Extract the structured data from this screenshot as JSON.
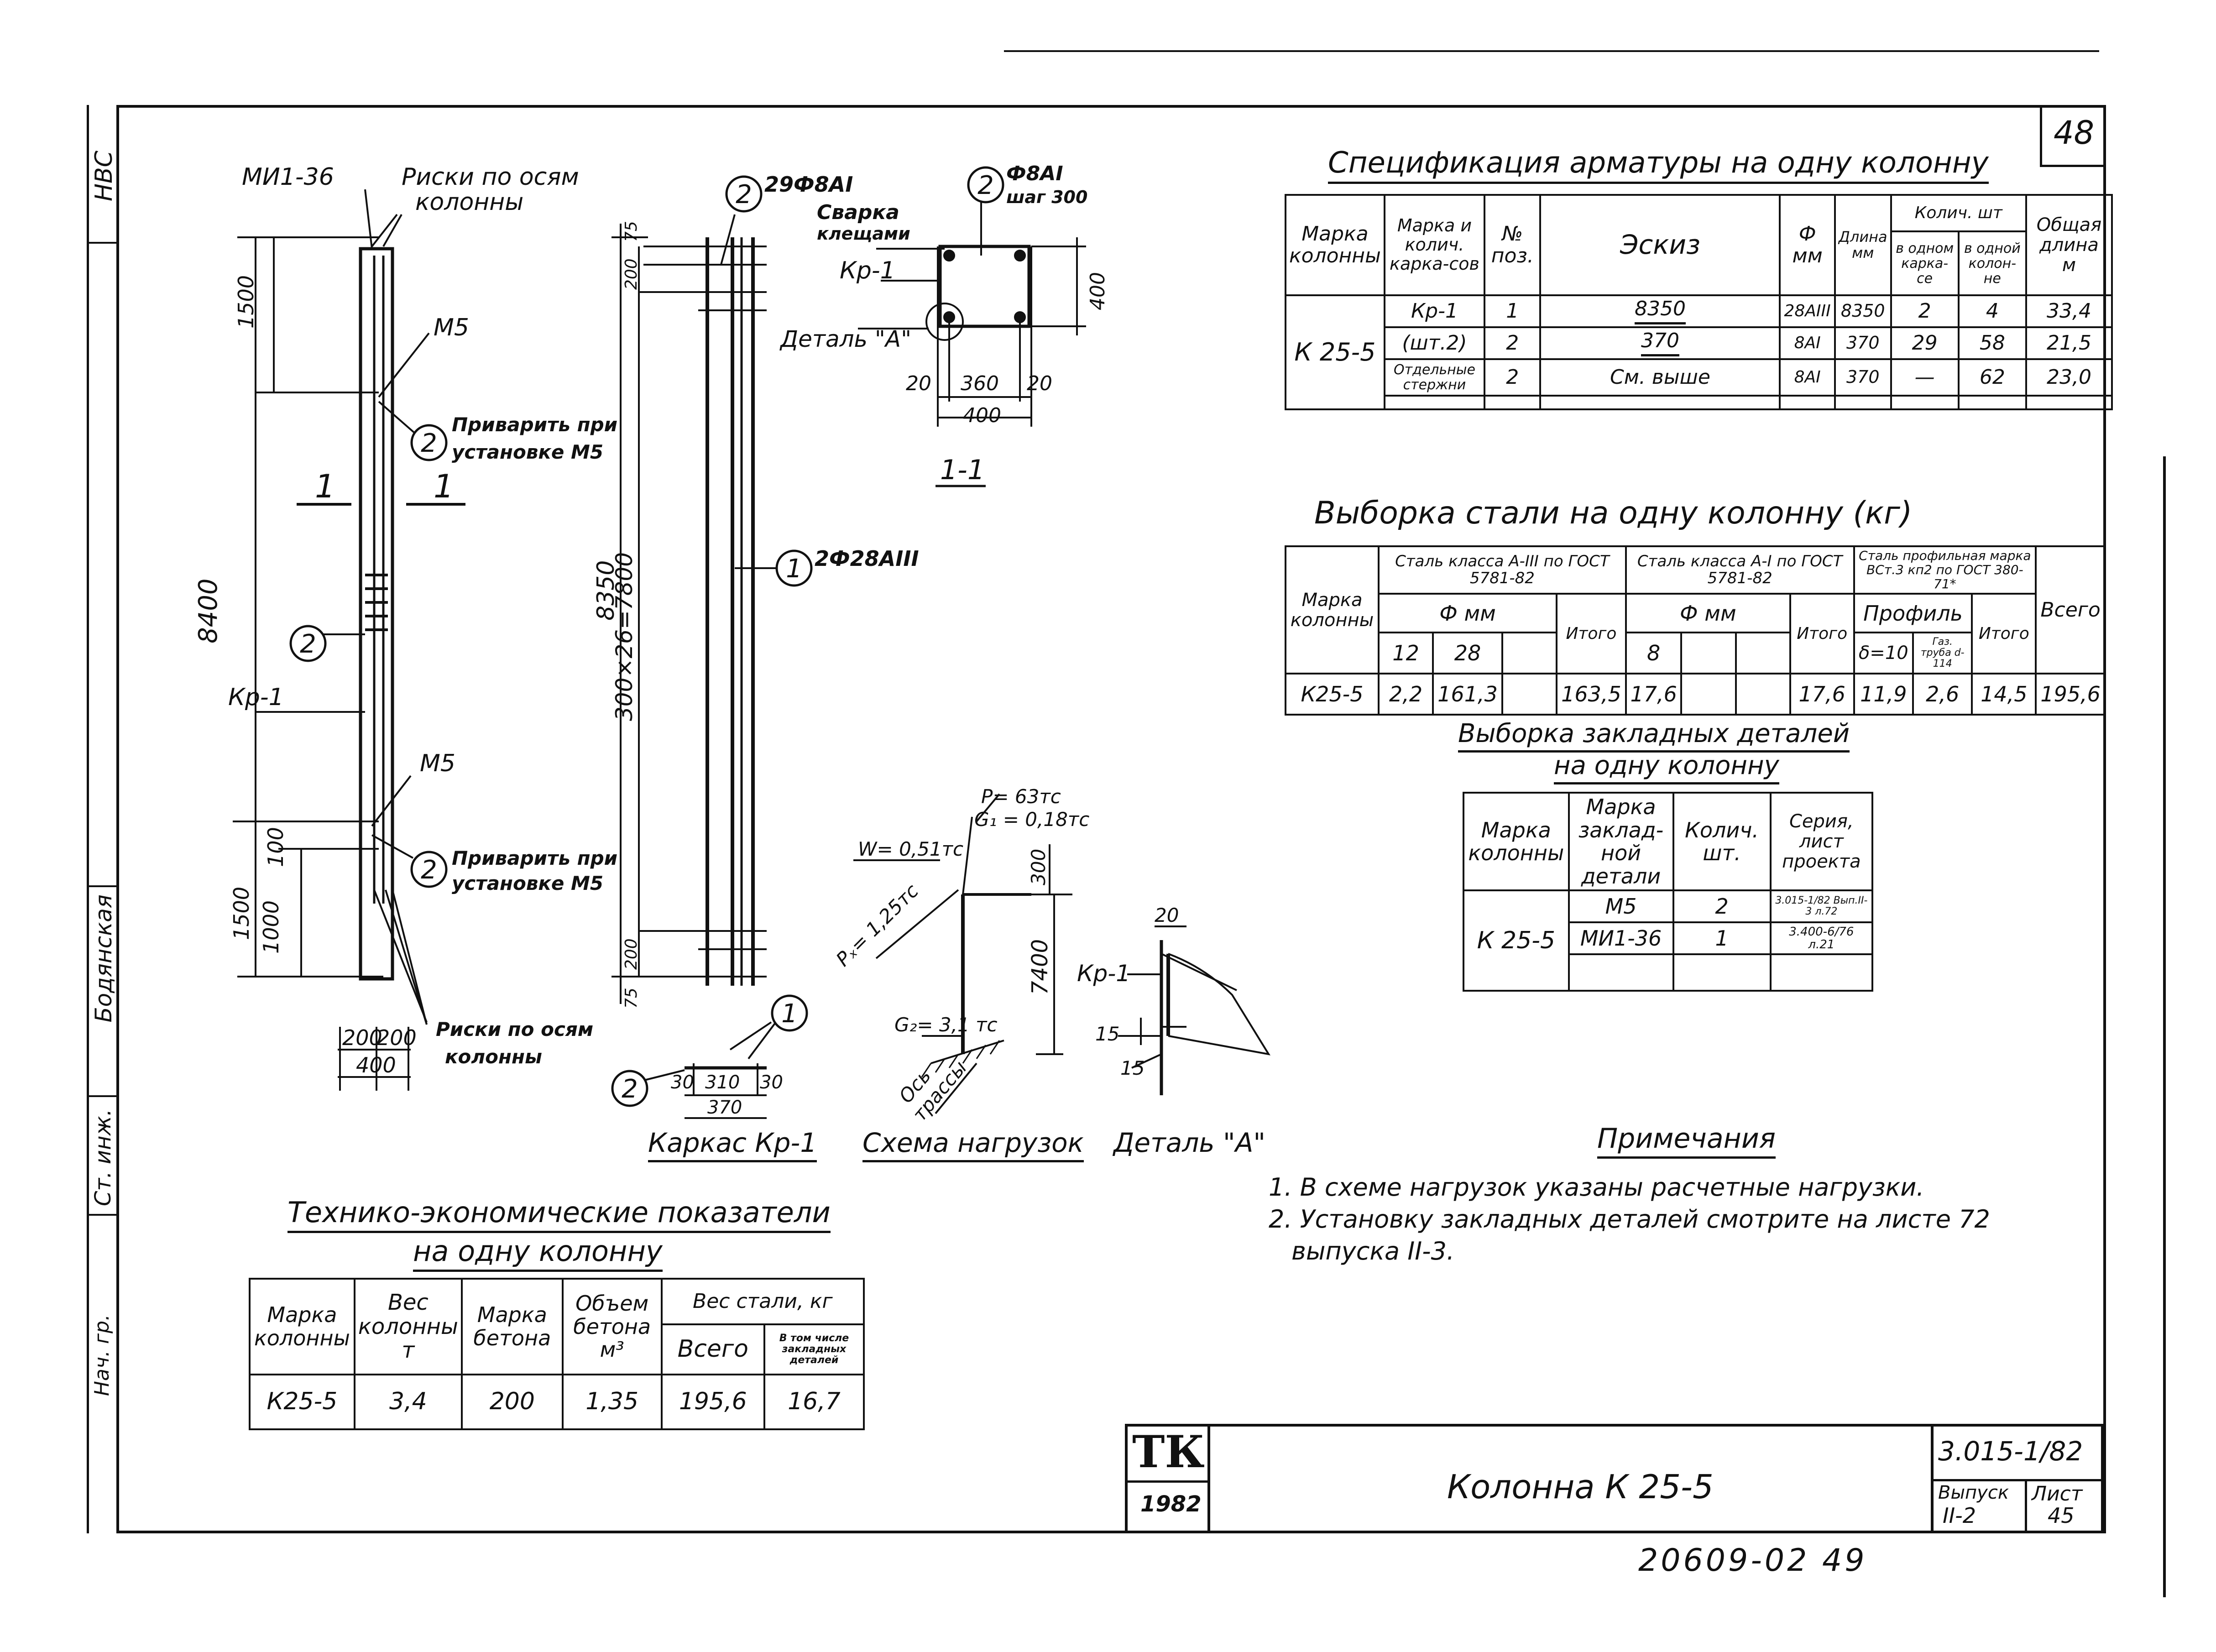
{
  "sheet_number": "48",
  "side_strip": {
    "nvs": "НВС",
    "bodyanskaya": "Бодянская",
    "st_inzh": "Ст. инж.",
    "nach": "Нач. гр."
  },
  "drawing": {
    "column_labels": {
      "mi": "МИ1-36",
      "riski_top_1": "Риски по осям",
      "riski_top_2": "колонны",
      "m5_top": "М5",
      "m5_bottom": "М5",
      "privarit_1a": "Приварить при",
      "privarit_1b": "установке М5",
      "privarit_2a": "Приварить при",
      "privarit_2b": "установке М5",
      "riski_bot_1": "Риски по осям",
      "riski_bot_2": "колонны",
      "kr1": "Кр-1",
      "cut_1": "1",
      "cut_2": "1",
      "pos2_a": "2",
      "pos2_b": "2",
      "pos2_c": "2",
      "dim_1500_top": "1500",
      "dim_8400": "8400",
      "dim_1500_bot": "1500",
      "dim_100": "100",
      "dim_1000": "1000",
      "dim_200_a": "200",
      "dim_200_b": "200",
      "dim_400": "400"
    },
    "frame_labels": {
      "pos2": "2",
      "pos2_label": "29Ф8АI",
      "pos1": "1",
      "pos1_label": "2Ф28АIII",
      "dim_8350": "8350",
      "dim_pitch": "300×26=7800",
      "dim_75_top": "75",
      "dim_200_top": "200",
      "dim_200_bot": "200",
      "dim_75_bot": "75",
      "bottom_pos1": "1",
      "bottom_pos2": "2",
      "dim_30_a": "30",
      "dim_310": "310",
      "dim_30_b": "30",
      "dim_370": "370",
      "caption": "Каркас Кр-1"
    },
    "section_labels": {
      "pos2": "2",
      "pos2_label_1": "Ф8АI",
      "pos2_label_2": "шаг 300",
      "svarka_1": "Сварка",
      "svarka_2": "клещами",
      "kr1": "Кр-1",
      "detal": "Деталь \"А\"",
      "dim_20_a": "20",
      "dim_360": "360",
      "dim_20_b": "20",
      "dim_400_w": "400",
      "dim_400_h": "400",
      "caption": "1-1"
    },
    "load_scheme": {
      "p": "P= 63тс",
      "g1": "G₁ = 0,18тс",
      "w": "W= 0,51тс",
      "ph": "Pₓ= 1,25тс",
      "g2": "G₂= 3,1 тс",
      "dim_300": "300",
      "dim_7400": "7400",
      "axis_1": "Ось",
      "axis_2": "трассы",
      "caption": "Схема нагрузок"
    },
    "detail_a": {
      "dim_20": "20",
      "kr1": "Кр-1",
      "dim_15_a": "15",
      "dim_15_b": "15",
      "caption": "Деталь \"А\""
    }
  },
  "spec_table": {
    "title": "Спецификация арматуры на одну колонну",
    "headers": {
      "marka_kol": "Марка колонны",
      "marka_karkas": "Марка и колич. карка-сов",
      "pos": "№ поз.",
      "eskiz": "Эскиз",
      "diam": "Ф мм",
      "length": "Длина мм",
      "qty": "Колич. шт",
      "qty_karkas": "в одном карка-се",
      "qty_kolonna": "в одной колон-не",
      "total": "Общая длина м"
    },
    "column_mark": "К 25-5",
    "rows": [
      {
        "karkas": "Кр-1",
        "pos": "1",
        "eskiz": "8350",
        "diam": "28АIII",
        "length": "8350",
        "q1": "2",
        "q2": "4",
        "total": "33,4"
      },
      {
        "karkas": "(шт.2)",
        "pos": "2",
        "eskiz": "370",
        "diam": "8АI",
        "length": "370",
        "q1": "29",
        "q2": "58",
        "total": "21,5"
      },
      {
        "karkas": "Отдельные стержни",
        "pos": "2",
        "eskiz": "См. выше",
        "diam": "8АI",
        "length": "370",
        "q1": "—",
        "q2": "62",
        "total": "23,0"
      }
    ]
  },
  "steel_table": {
    "title": "Выборка стали на одну колонну (кг)",
    "headers": {
      "marka": "Марка колонны",
      "group1": "Сталь класса А-III по ГОСТ 5781-82",
      "group2": "Сталь класса А-I по ГОСТ 5781-82",
      "group3": "Сталь профильная марка ВСт.3 кп2 по ГОСТ 380-71*",
      "phi1": "Ф мм",
      "phi2": "Ф мм",
      "profile": "Профиль",
      "d12": "12",
      "d28": "28",
      "itogo1": "Итого",
      "d8": "8",
      "itogo2": "Итого",
      "delta": "δ=10",
      "pipe": "Газ. труба d-114",
      "itogo3": "Итого",
      "vsego": "Всего"
    },
    "row": [
      "К25-5",
      "2,2",
      "161,3",
      "163,5",
      "17,6",
      "17,6",
      "11,9",
      "2,6",
      "14,5",
      "195,6"
    ]
  },
  "embed_table": {
    "title_1": "Выборка закладных деталей",
    "title_2": "на одну колонну",
    "headers": {
      "marka": "Марка колонны",
      "detail": "Марка заклад-ной детали",
      "qty": "Колич. шт.",
      "series": "Серия, лист проекта"
    },
    "column_mark": "К 25-5",
    "rows": [
      {
        "detail": "М5",
        "qty": "2",
        "series": "3.015-1/82 Вып.II-3 л.72"
      },
      {
        "detail": "МИ1-36",
        "qty": "1",
        "series": "3.400-6/76 л.21"
      }
    ]
  },
  "notes": {
    "title": "Примечания",
    "items": [
      "1. В схеме нагрузок указаны расчетные нагрузки.",
      "2. Установку закладных деталей смотрите на листе 72",
      "выпуска II-3."
    ]
  },
  "econ_table": {
    "title_1": "Технико-экономические показатели",
    "title_2": "на одну колонну",
    "headers": {
      "marka": "Марка колонны",
      "weight": "Вес колонны т",
      "concrete": "Марка бетона",
      "volume": "Объем бетона м³",
      "steel": "Вес стали, кг",
      "vsego": "Всего",
      "embed": "В том числе закладных деталей"
    },
    "row": [
      "К25-5",
      "3,4",
      "200",
      "1,35",
      "195,6",
      "16,7"
    ]
  },
  "title_block": {
    "logo": "ТК",
    "year": "1982",
    "name": "Колонна К 25-5",
    "series": "3.015-1/82",
    "vypusk_label": "Выпуск",
    "vypusk": "II-2",
    "list_label": "Лист",
    "list": "45"
  },
  "footer_code": "20609-02 49"
}
